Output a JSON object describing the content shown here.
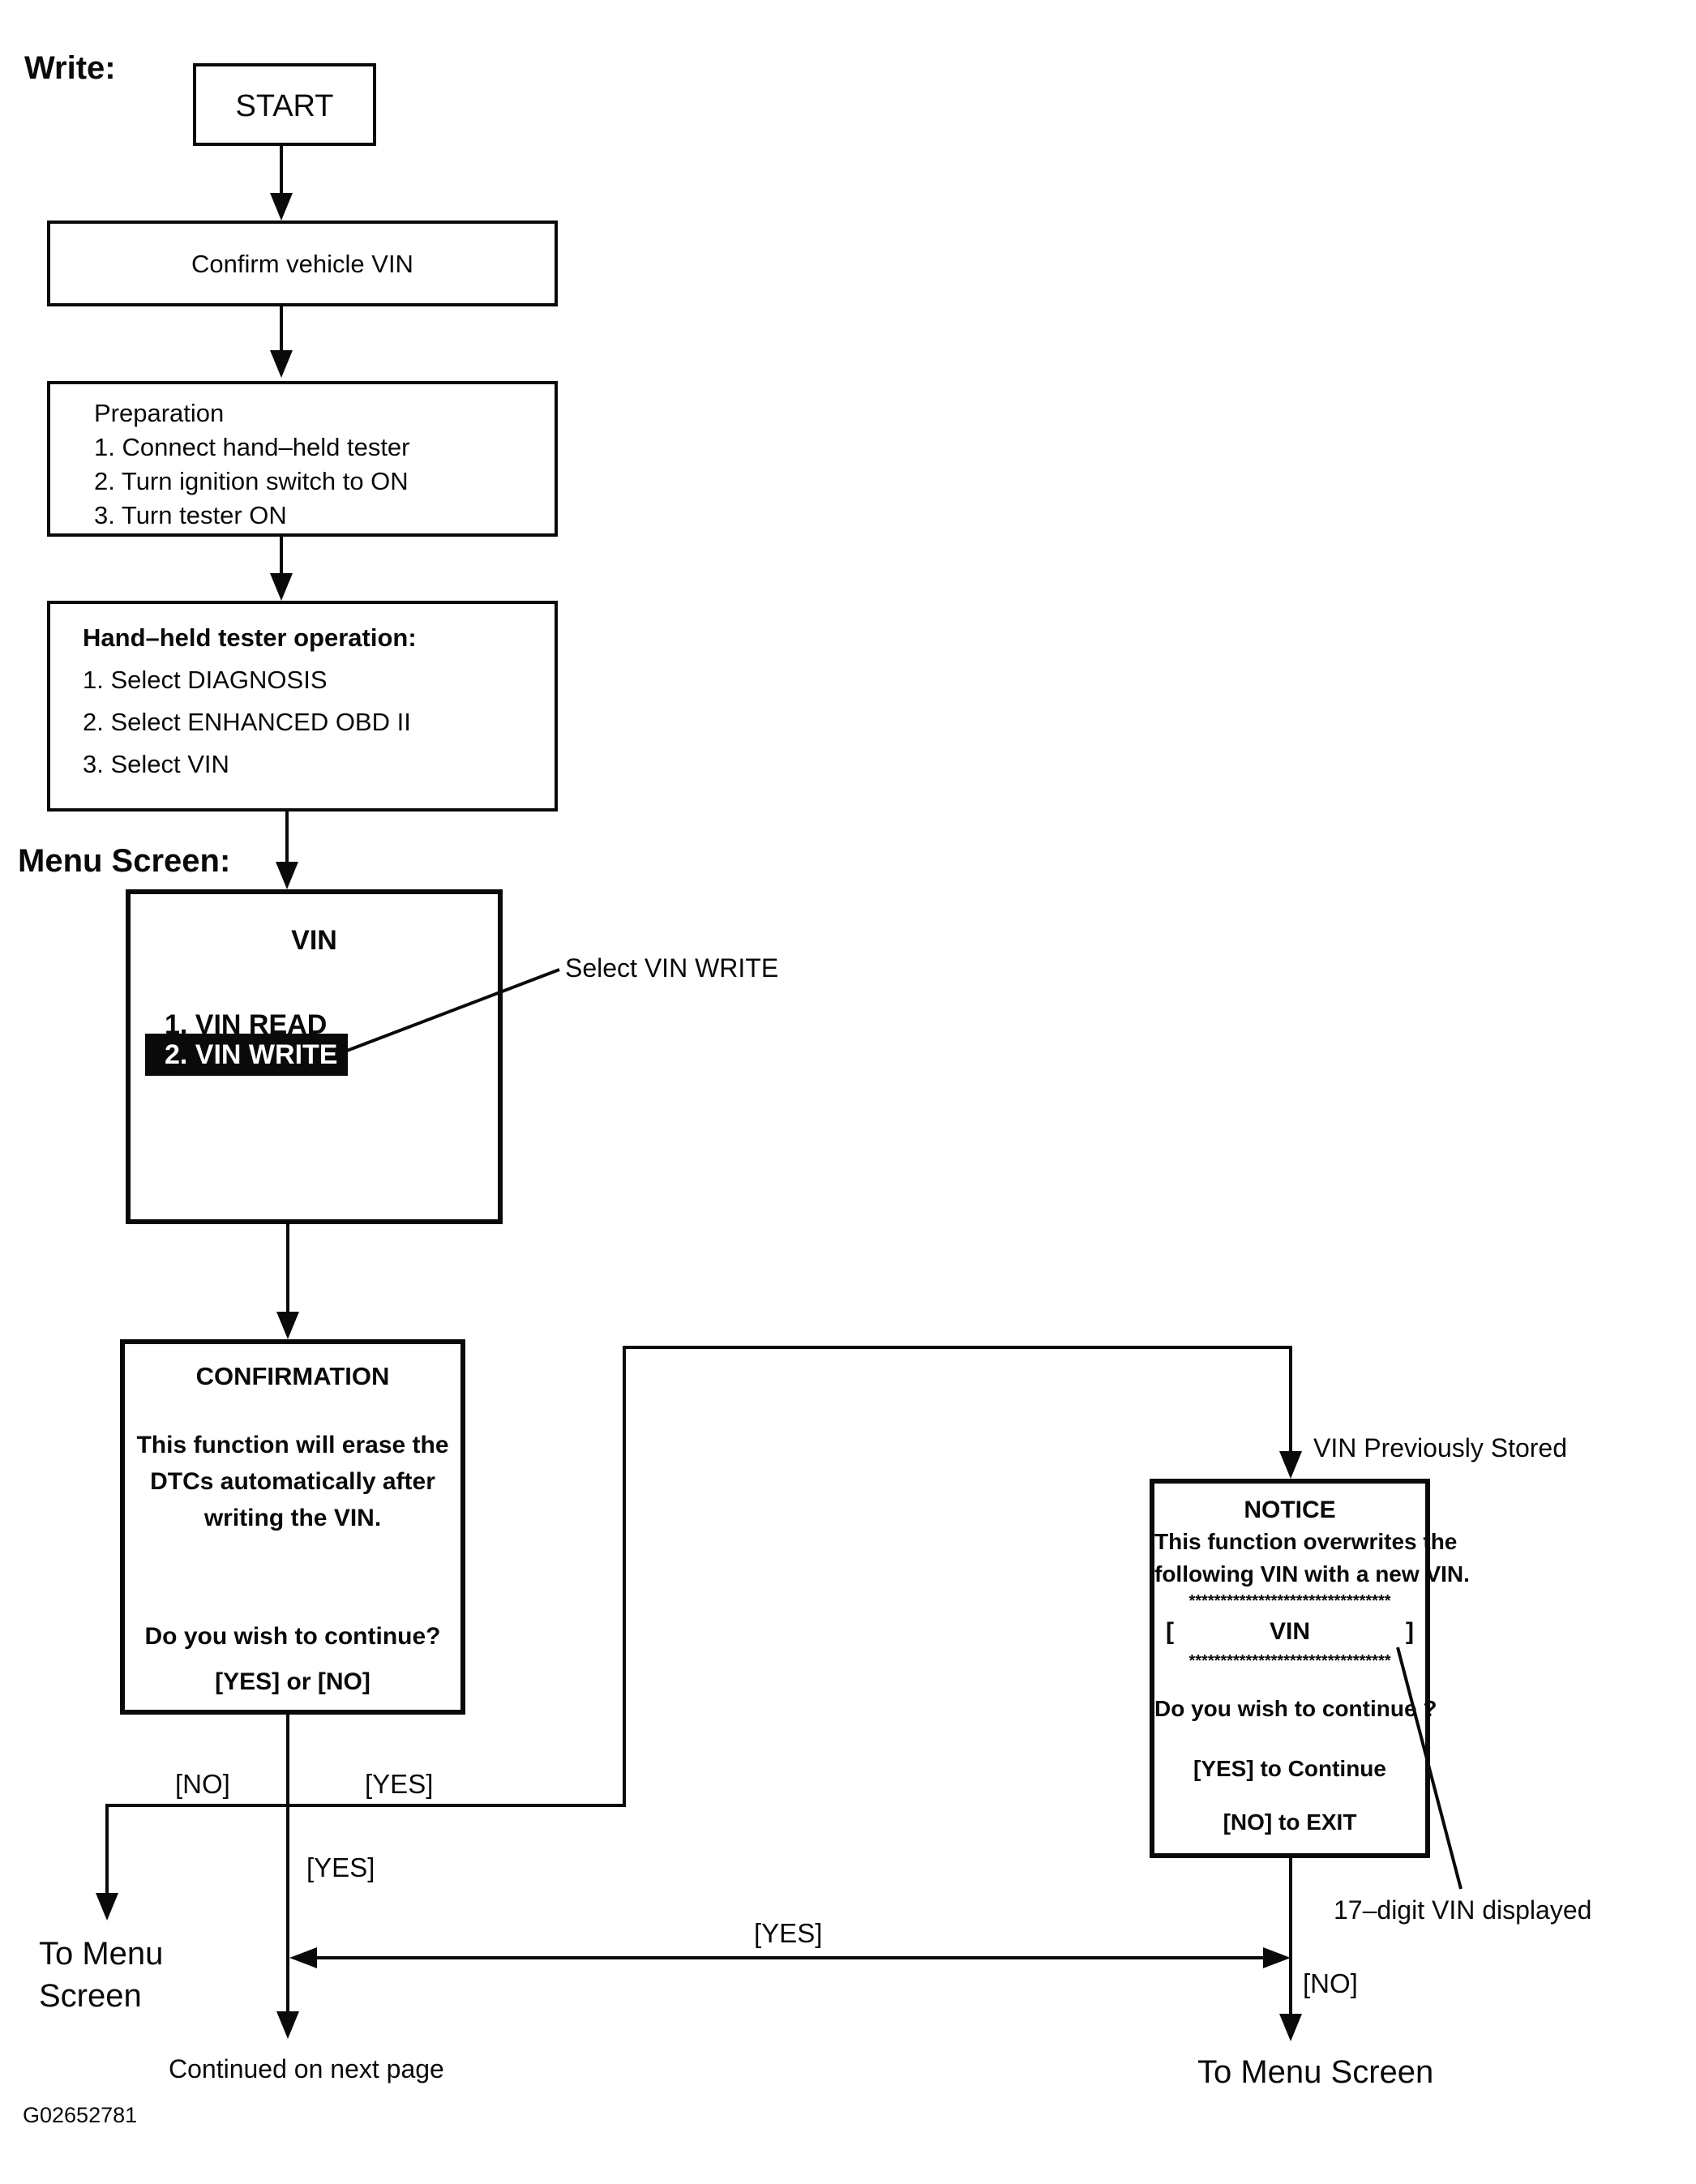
{
  "page": {
    "write_label": "Write:",
    "menu_screen_label": "Menu Screen:",
    "figure_id": "G02652781"
  },
  "boxes": {
    "start": {
      "label": "START"
    },
    "confirm": {
      "label": "Confirm vehicle VIN"
    },
    "preparation": {
      "title": "Preparation",
      "steps": [
        "1. Connect hand–held tester",
        "2. Turn ignition switch to ON",
        "3. Turn tester ON"
      ]
    },
    "tester": {
      "title": "Hand–held tester operation:",
      "steps": [
        "1. Select DIAGNOSIS",
        "2. Select ENHANCED OBD II",
        "3. Select VIN"
      ]
    },
    "menu": {
      "title": "VIN",
      "item_read": "1. VIN READ",
      "item_write": "2. VIN WRITE"
    },
    "confirmation": {
      "title": "CONFIRMATION",
      "lines": [
        "This function will erase the",
        "DTCs automatically after",
        "writing the VIN."
      ],
      "question": "Do you wish to continue?",
      "options": "[YES] or [NO]"
    },
    "notice": {
      "title": "NOTICE",
      "lines": [
        "This function overwrites the",
        "following VIN with a new VIN."
      ],
      "stars": "********************************",
      "bracket_open": "[",
      "vin_label": "VIN",
      "bracket_close": "]",
      "question": "Do you wish to continue ?",
      "yes_line": "[YES] to Continue",
      "no_line": "[NO] to EXIT"
    }
  },
  "callouts": {
    "select_vin_write": "Select VIN WRITE",
    "vin_previously_stored": "VIN Previously Stored",
    "vin_digits_note": "17–digit VIN displayed"
  },
  "branches": {
    "no_left": "[NO]",
    "yes_right": "[YES]",
    "yes_down": "[YES]",
    "yes_long": "[YES]",
    "no_notice": "[NO]"
  },
  "destinations": {
    "to_menu_line1": "To Menu",
    "to_menu_line2": "Screen",
    "to_menu_screen": "To Menu Screen",
    "continued": "Continued on next page"
  }
}
